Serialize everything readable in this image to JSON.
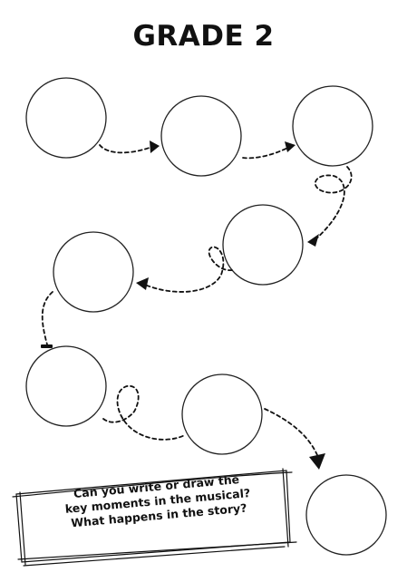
{
  "worksheet": {
    "title": "GRADE 2",
    "prompt": {
      "line1": "Can you write or draw the",
      "line2": "key moments in the musical?",
      "line3": "What happens in the story?"
    },
    "stroke_color": "#111111",
    "background_color": "#ffffff"
  }
}
